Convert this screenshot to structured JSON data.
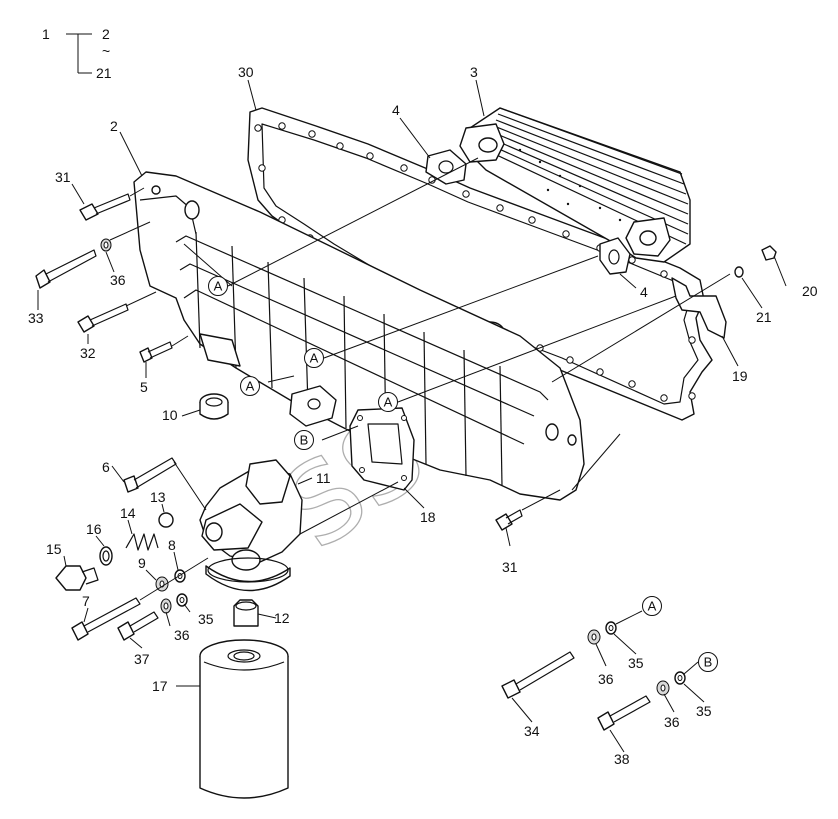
{
  "parts": {
    "p1": "1",
    "p2_range": "2",
    "tilde": "~",
    "p21_range": "21",
    "p2": "2",
    "p3": "3",
    "p4a": "4",
    "p4b": "4",
    "p5": "5",
    "p6": "6",
    "p7": "7",
    "p8": "8",
    "p9": "9",
    "p10": "10",
    "p11": "11",
    "p12": "12",
    "p13": "13",
    "p14": "14",
    "p15": "15",
    "p16": "16",
    "p17": "17",
    "p18": "18",
    "p19": "19",
    "p20": "20",
    "p21": "21",
    "p30": "30",
    "p31a": "31",
    "p31b": "31",
    "p32": "32",
    "p33": "33",
    "p34": "34",
    "p35a": "35",
    "p35b": "35",
    "p35c": "35",
    "p36a": "36",
    "p36b": "36",
    "p36c": "36",
    "p36d": "36",
    "p37": "37",
    "p38": "38"
  },
  "refs": {
    "a1": "A",
    "a2": "A",
    "a3": "A",
    "a4": "A",
    "a5": "A",
    "b1": "B",
    "b2": "B"
  },
  "watermark": "SSoft"
}
